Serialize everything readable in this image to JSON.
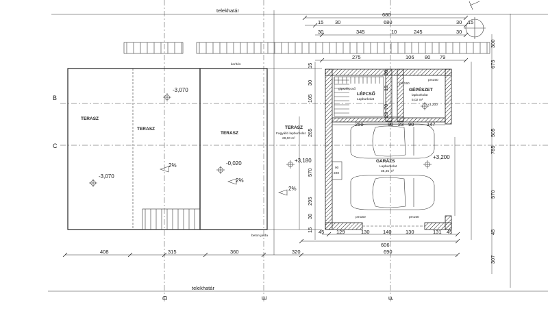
{
  "labels": {
    "plot_boundary_top": "telekhatár",
    "plot_boundary_bottom": "telekhatár",
    "kerites": "kerítés",
    "beton_jarda": "beton járda",
    "terasz_label": "TERASZ",
    "terasz4_sub1": "Fagyálló lapburkolat",
    "terasz4_sub2": "28,00 m²",
    "gipszlepcso": "gipszlépcső",
    "lepcso_name": "LÉPCSŐ",
    "lepcso_sub": "Lapburkolat",
    "gepeszet_name": "GÉPÉSZET",
    "gepeszet_sub1": "lapburkolat",
    "gepeszet_sub2": "5,02 m²",
    "garazs_name": "GARÁZS",
    "garazs_sub1": "Lapburkolat",
    "garazs_sub2": "35,45 m²",
    "pm150a": "pm150",
    "pm150b": "pm150",
    "pm150c": "pm150",
    "pm150d": "pm150",
    "door_90": "90",
    "door_220": "220",
    "slope": "2%"
  },
  "levels": {
    "terasz1": "-3,070",
    "terasz2": "-3,070",
    "terasz3": "-0,020",
    "garazs": "+3,180",
    "gepeszet": "+3,200",
    "right": "+3,200"
  },
  "axes": {
    "b": "B",
    "c": "C",
    "d": "D",
    "e": "E",
    "f": "F"
  },
  "dims": {
    "top_total": "680",
    "top_row2": [
      "15",
      "30",
      "680",
      "30",
      "15"
    ],
    "top_row3": [
      "30",
      "345",
      "10",
      "245",
      "30"
    ],
    "top_row4": [
      "275",
      "106",
      "80",
      "79"
    ],
    "bottom_row1": [
      "45",
      "129",
      "130",
      "140",
      "130",
      "131",
      "45"
    ],
    "bottom_total": "606",
    "bottom_main": [
      "408",
      "315",
      "360",
      "320",
      "690"
    ],
    "right_col": [
      "300",
      "675",
      "785",
      "505",
      "570",
      "307",
      "45"
    ],
    "inner_row": [
      "250",
      "90",
      "23",
      "90",
      "147"
    ],
    "left_col": [
      "15",
      "30",
      "105",
      "265",
      "570",
      "295",
      "30",
      "15"
    ],
    "stair_nums": [
      "30",
      "10",
      "70",
      "23"
    ]
  }
}
